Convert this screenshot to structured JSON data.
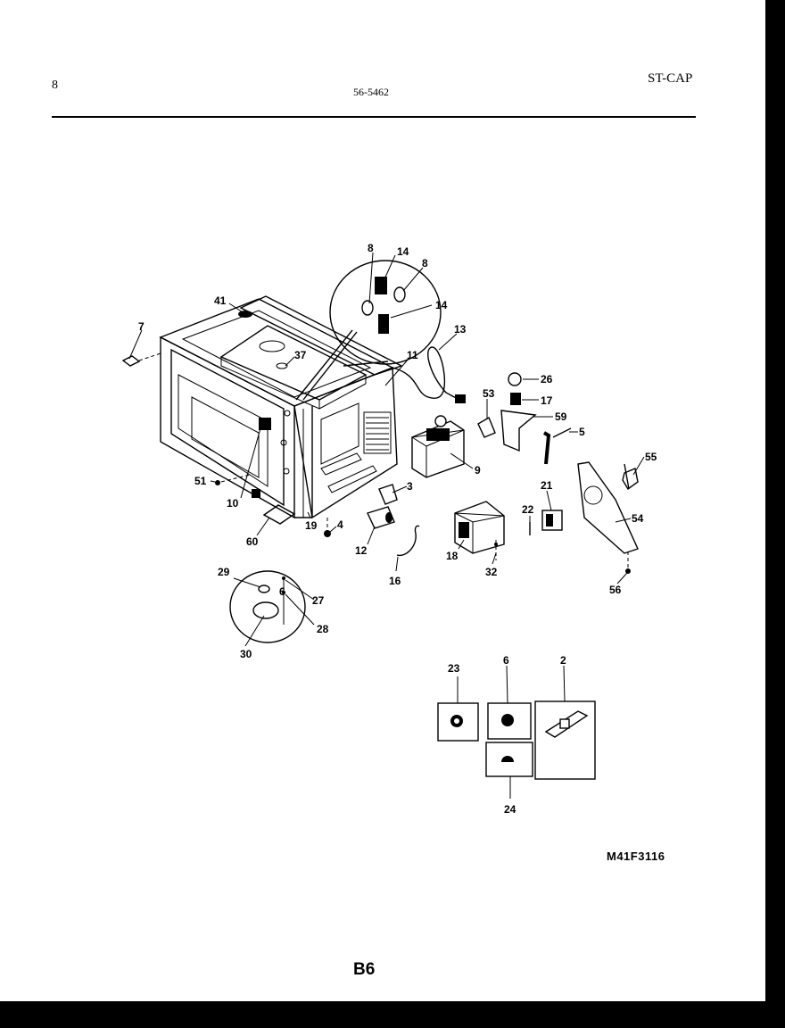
{
  "header": {
    "left": "8",
    "center": "56-5462",
    "right": "ST-CAP"
  },
  "drawing_code": "M41F3116",
  "page_number": "B6",
  "callouts": {
    "c41": "41",
    "c7": "7",
    "c8a": "8",
    "c14a": "14",
    "c8b": "8",
    "c14b": "14",
    "c13": "13",
    "c37": "37",
    "c11": "11",
    "c26": "26",
    "c17": "17",
    "c53": "53",
    "c59": "59",
    "c5": "5",
    "c9": "9",
    "c55": "55",
    "c51": "51",
    "c10": "10",
    "c3": "3",
    "c21": "21",
    "c22": "22",
    "c54": "54",
    "c19": "19",
    "c4": "4",
    "c60": "60",
    "c12": "12",
    "c16": "16",
    "c18": "18",
    "c32": "32",
    "c56": "56",
    "c29": "29",
    "c27": "27",
    "c6a": "6",
    "c28": "28",
    "c30": "30",
    "c23": "23",
    "c6b": "6",
    "c2": "2",
    "c24": "24"
  }
}
